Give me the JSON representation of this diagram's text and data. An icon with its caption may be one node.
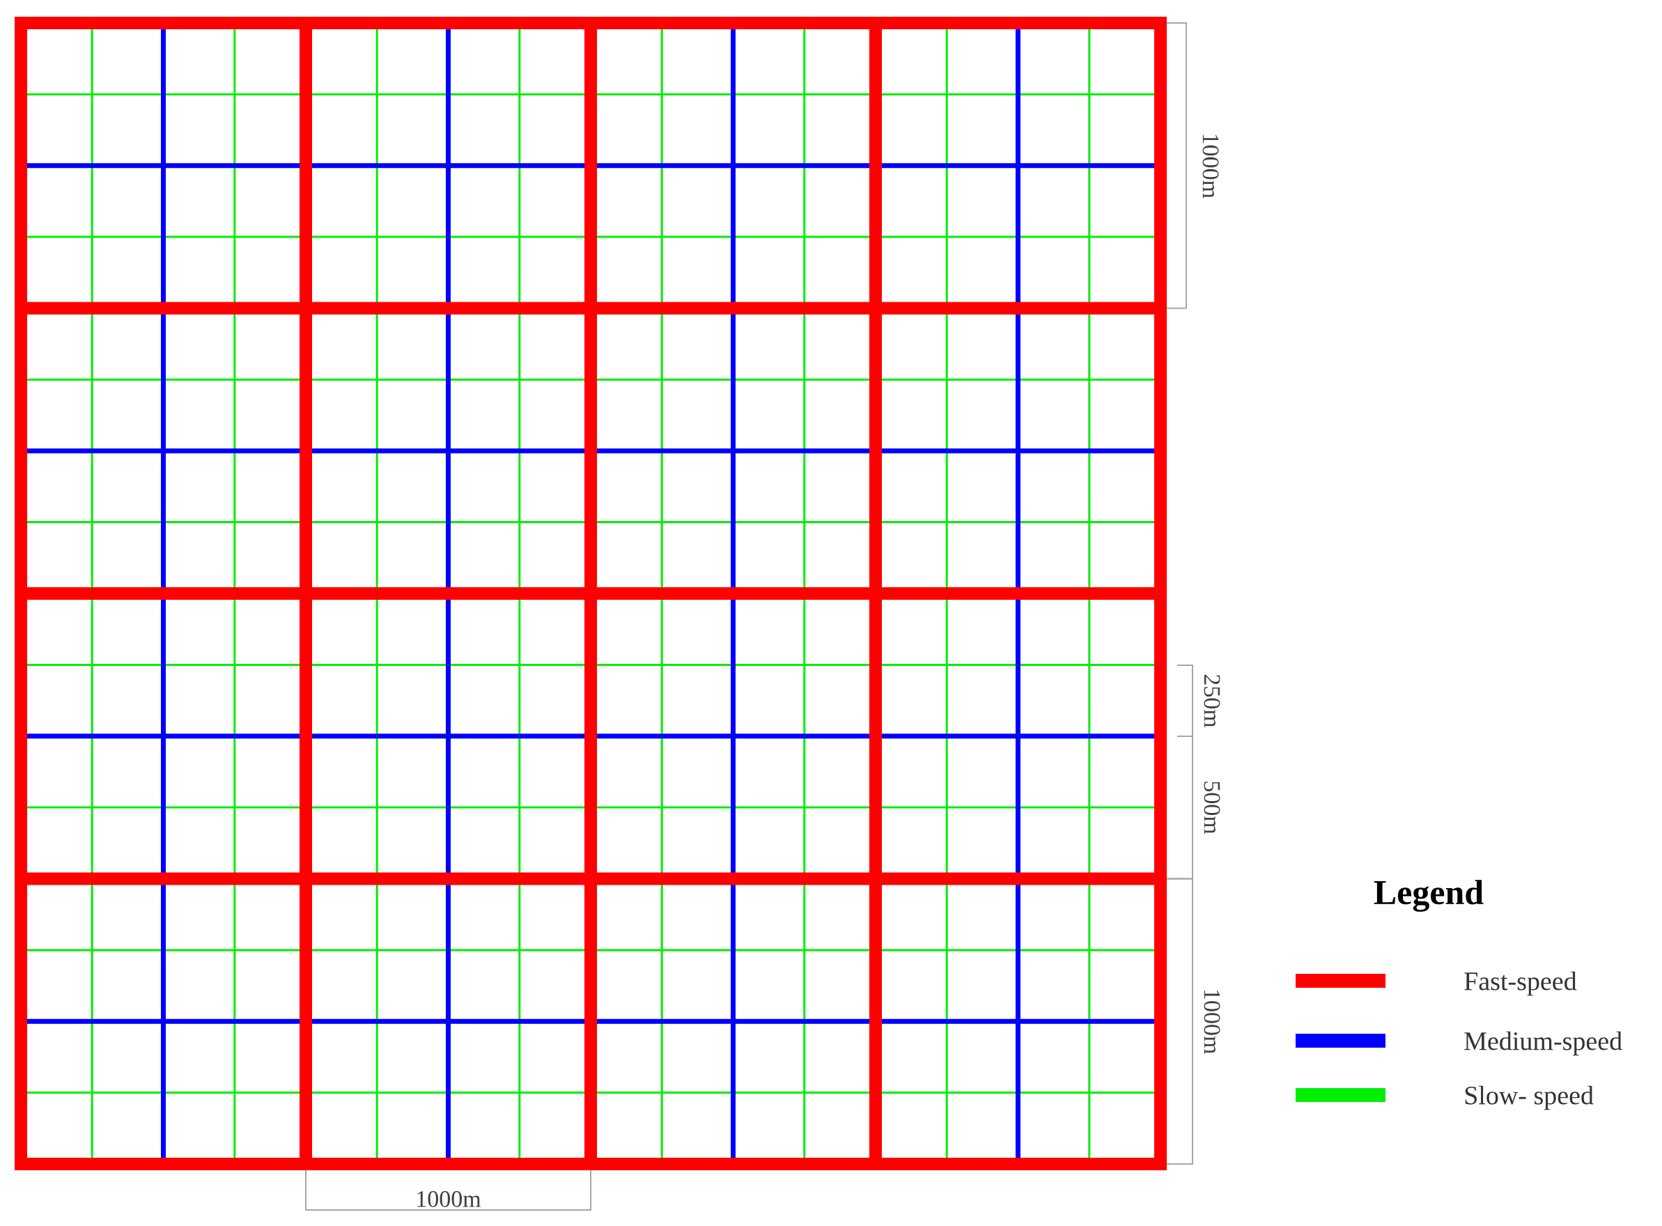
{
  "diagram": {
    "labels": [
      "1000m",
      "250m",
      "500m",
      "1000m",
      "1000m",
      "Legend"
    ],
    "legend": [
      {
        "text": "Fast-speed",
        "color": "#ff0000"
      },
      {
        "text": "Medium-speed",
        "color": "#0000ff"
      },
      {
        "text": "Slow- speed",
        "color": "#00ee00"
      }
    ]
  }
}
